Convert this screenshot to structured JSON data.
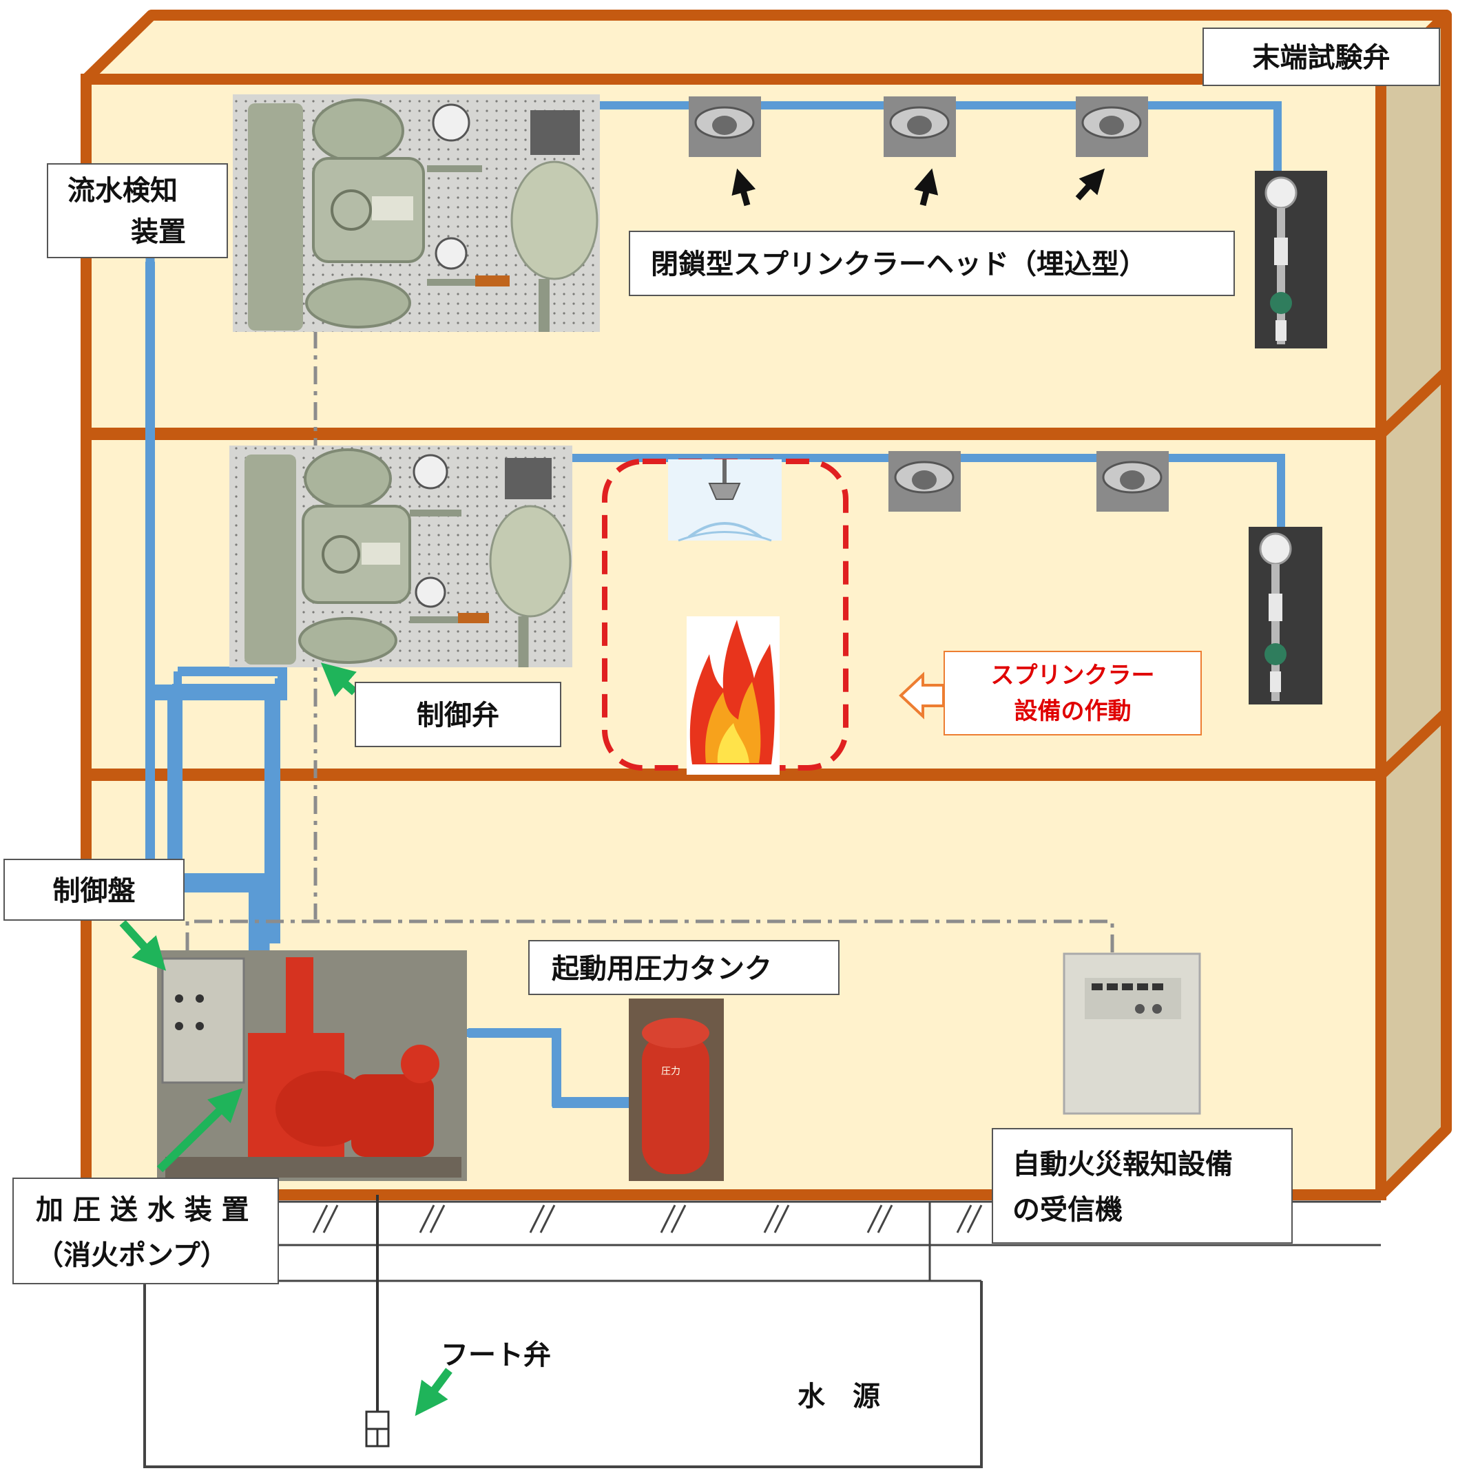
{
  "labels": {
    "end_test_valve": "末端試験弁",
    "flow_detector_line1": "流水検知",
    "flow_detector_line2": "装置",
    "closed_head": "閉鎖型スプリンクラーヘッド（埋込型）",
    "control_valve": "制御弁",
    "sprinkler_operation_line1": "スプリンクラー",
    "sprinkler_operation_line2": "設備の作動",
    "control_panel": "制御盤",
    "pressure_tank": "起動用圧力タンク",
    "pump_line1": "加 圧 送 水 装 置",
    "pump_line2": "（消火ポンプ）",
    "receiver_line1": "自動火災報知設備",
    "receiver_line2": "の受信機",
    "foot_valve": "フート弁",
    "water_source": "水　源"
  },
  "colors": {
    "building_frame": "#c55a11",
    "room_fill": "#fff2cc",
    "side_wall": "#d6c7a1",
    "water_pipe": "#5b9bd5",
    "signal_line": "#8c8c8c",
    "fire_area": "#e02020",
    "operation_text": "#e00000",
    "operation_border": "#ed7d31",
    "green_arrow": "#1fb45a"
  },
  "icons": [
    "sprinkler-head-icon",
    "fire-icon",
    "spray-icon",
    "tank-icon",
    "pump-icon",
    "receiver-panel-icon",
    "foot-valve-icon"
  ]
}
